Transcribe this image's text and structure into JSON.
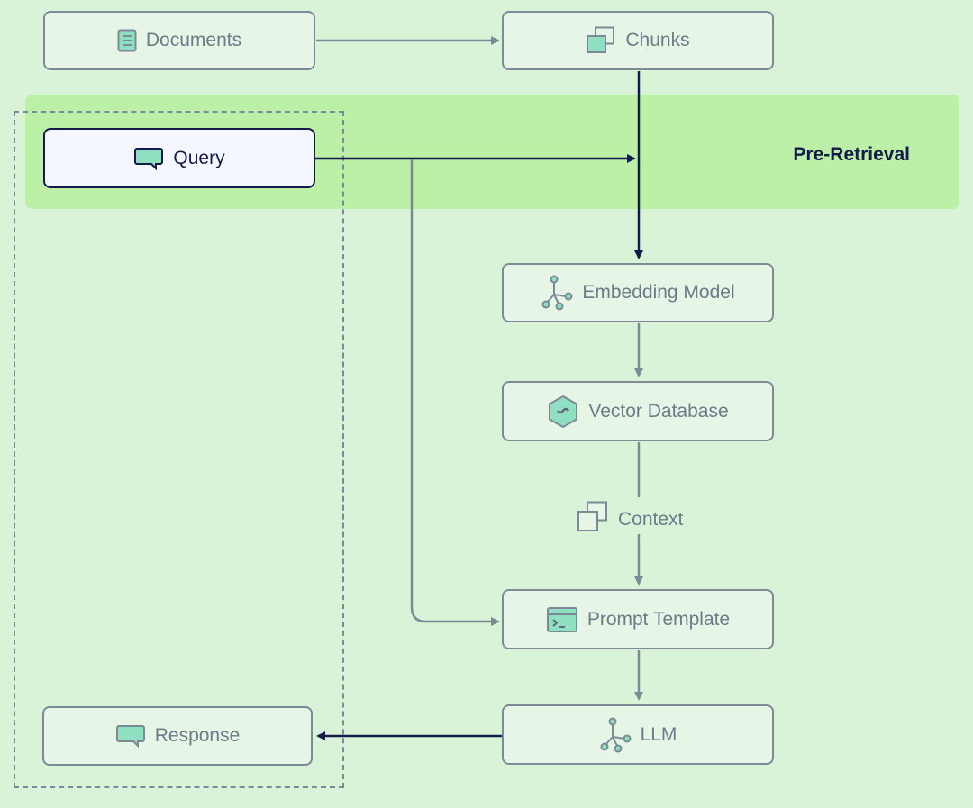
{
  "band": {
    "label": "Pre-Retrieval"
  },
  "nodes": {
    "documents": "Documents",
    "chunks": "Chunks",
    "query": "Query",
    "embedding_model": "Embedding Model",
    "vector_database": "Vector Database",
    "prompt_template": "Prompt Template",
    "llm": "LLM",
    "response": "Response"
  },
  "edges": {
    "context_label": "Context"
  },
  "colors": {
    "background": "#d9f3d9",
    "band": "#bbf0a6",
    "node_fill": "#e6f5e6",
    "node_border": "#7c8a97",
    "active_border": "#141b4a",
    "active_fill": "#f4f7ff",
    "icon_accent": "#8fe0c0",
    "primary_edge": "#141b4a",
    "secondary_edge": "#7c8a97"
  }
}
